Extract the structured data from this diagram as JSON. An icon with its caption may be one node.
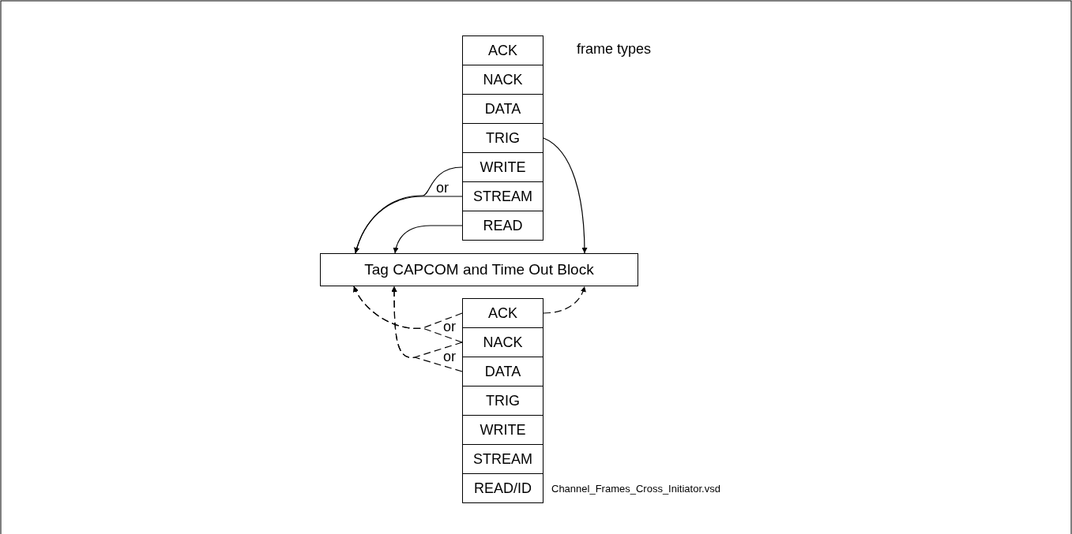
{
  "diagram": {
    "nodes": [
      {
        "text": [
          "ACK"
        ]
      },
      {
        "text": [
          "NACK"
        ]
      },
      {
        "text": [
          "DATA"
        ]
      },
      {
        "text": [
          "TRIG"
        ]
      },
      {
        "text": [
          "WRITE"
        ]
      },
      {
        "text": [
          "STREAM"
        ]
      },
      {
        "text": [
          "READ"
        ]
      },
      {
        "text": [
          "Tag CAPCOM and Time Out Block"
        ]
      },
      {
        "text": [
          "ACK"
        ]
      },
      {
        "text": [
          "NACK"
        ]
      },
      {
        "text": [
          "DATA"
        ]
      },
      {
        "text": [
          "TRIG"
        ]
      },
      {
        "text": [
          "WRITE"
        ]
      },
      {
        "text": [
          "STREAM"
        ]
      },
      {
        "text": [
          "READ/ID"
        ]
      }
    ],
    "edges": [
      {
        "from": 4,
        "to": 7,
        "arrow": "to"
      },
      {
        "from": 5,
        "to": 7,
        "arrow": "to",
        "label": "or"
      },
      {
        "from": 6,
        "to": 7,
        "arrow": "to"
      },
      {
        "from": 3,
        "to": 7,
        "arrow": "to"
      },
      {
        "from": 8,
        "to": 7,
        "arrow": "to",
        "style": "dashed"
      },
      {
        "from": 9,
        "to": 7,
        "arrow": "to",
        "style": "dashed",
        "label": "or"
      },
      {
        "from": 9,
        "to": 7,
        "arrow": "to",
        "style": "dashed"
      },
      {
        "from": 10,
        "to": 7,
        "arrow": "to",
        "style": "dashed",
        "label": "or"
      },
      {
        "from": 8,
        "to": 7,
        "arrow": "to",
        "style": "dashed"
      }
    ],
    "labels": [
      "frame types",
      "Channel_Frames_Cross_Initiator.vsd"
    ]
  }
}
